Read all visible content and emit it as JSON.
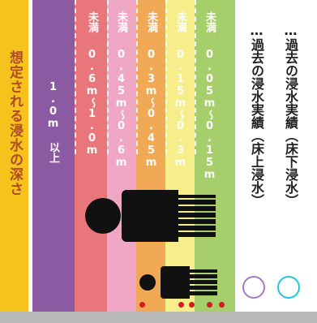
{
  "title": "想定される浸水の深さ",
  "bands": [
    {
      "label": "1.0m 以上",
      "color": "#8c5aa3"
    },
    {
      "label": "0.6m〜1.0m",
      "suffix": "未満",
      "color": "#e9767b"
    },
    {
      "label": "0.45m〜0.6m",
      "suffix": "未満",
      "color": "#f0a7c4"
    },
    {
      "label": "0.3m〜0.45m",
      "suffix": "未満",
      "color": "#f1a955"
    },
    {
      "label": "0.15m〜0.3m",
      "suffix": "未満",
      "color": "#f7ed8a"
    },
    {
      "label": "0.05m〜0.15m",
      "suffix": "未満",
      "color": "#a6cf6b"
    }
  ],
  "legend": [
    {
      "text": "…過去の浸水実績（床上浸水）",
      "circle_color": "#a57ac6"
    },
    {
      "text": "…過去の浸水実績（床下浸水）",
      "circle_color": "#25c2e0"
    }
  ]
}
